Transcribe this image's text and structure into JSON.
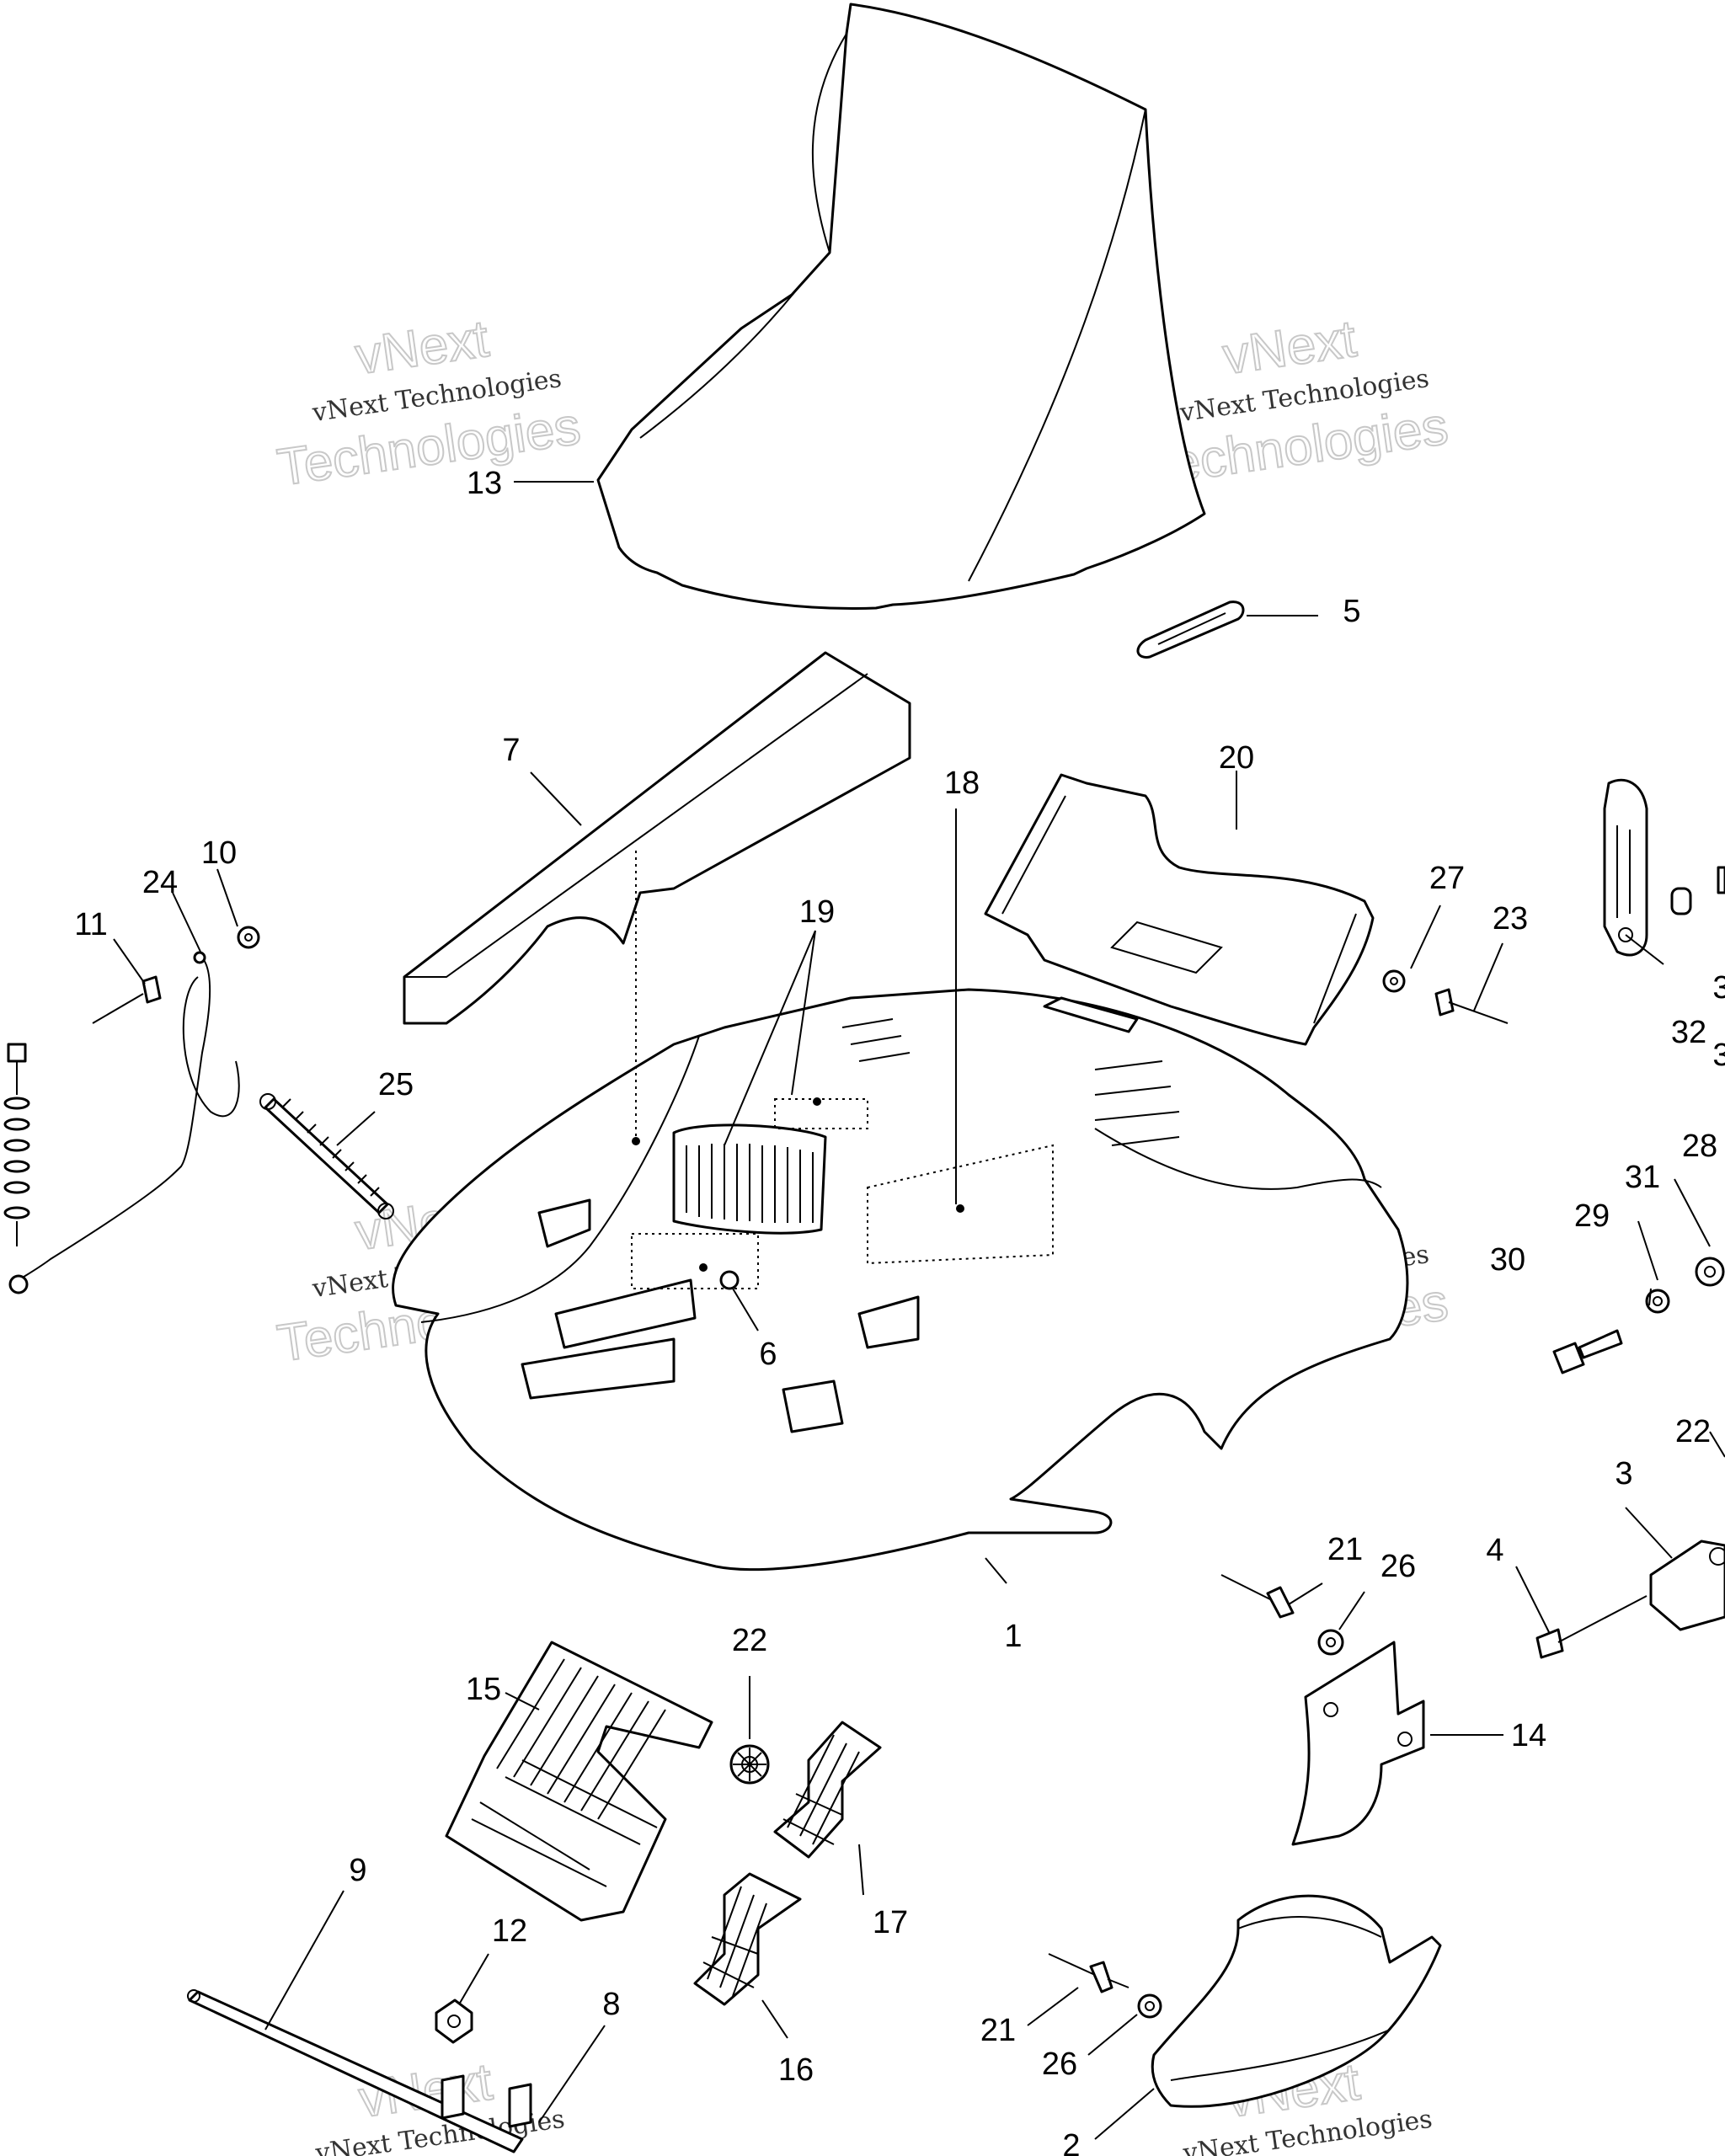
{
  "callouts": [
    {
      "label": "1"
    },
    {
      "label": "2"
    },
    {
      "label": "3"
    },
    {
      "label": "4"
    },
    {
      "label": "5"
    },
    {
      "label": "6"
    },
    {
      "label": "7"
    },
    {
      "label": "8"
    },
    {
      "label": "9"
    },
    {
      "label": "10"
    },
    {
      "label": "11"
    },
    {
      "label": "12"
    },
    {
      "label": "13"
    },
    {
      "label": "14"
    },
    {
      "label": "15"
    },
    {
      "label": "16"
    },
    {
      "label": "17"
    },
    {
      "label": "18"
    },
    {
      "label": "19"
    },
    {
      "label": "20"
    },
    {
      "label": "21"
    },
    {
      "label": "21"
    },
    {
      "label": "22"
    },
    {
      "label": "22"
    },
    {
      "label": "23"
    },
    {
      "label": "24"
    },
    {
      "label": "25"
    },
    {
      "label": "26"
    },
    {
      "label": "26"
    },
    {
      "label": "27"
    },
    {
      "label": "28"
    },
    {
      "label": "29"
    },
    {
      "label": "30"
    },
    {
      "label": "31"
    },
    {
      "label": "32"
    },
    {
      "label": "3"
    },
    {
      "label": "3"
    }
  ],
  "watermark": {
    "brand": "vNext",
    "line_small": "vNext Technologies",
    "line_big": "Technologies"
  }
}
